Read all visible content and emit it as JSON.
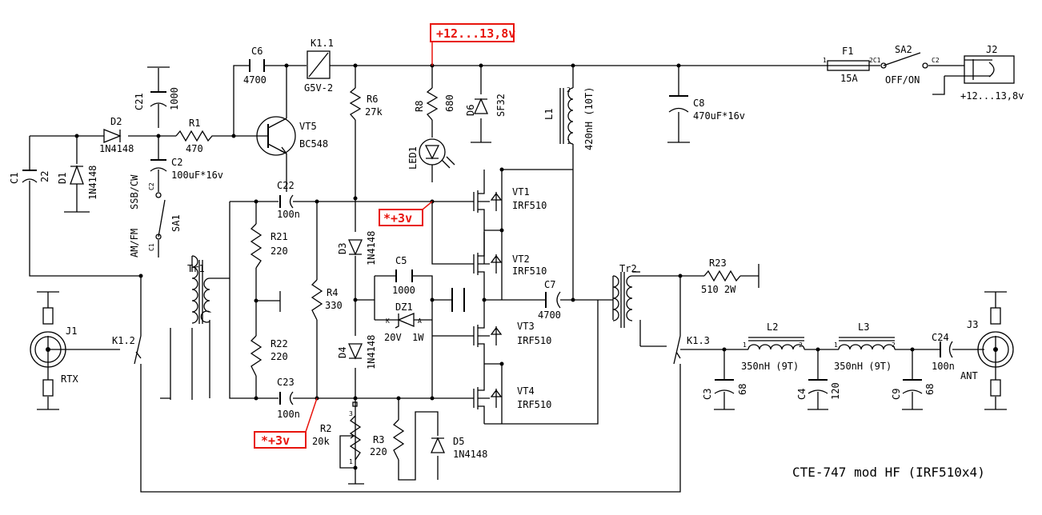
{
  "diagram": {
    "title": "CTE-747 mod HF (IRF510x4)",
    "supply_label": "+12...13,8v",
    "bias_labels": [
      "*+3v",
      "*+3v"
    ],
    "labels": {
      "C21": "C21",
      "C21v": "1000",
      "C6": "C6",
      "C6v": "4700",
      "K11": "K1.1",
      "K11v": "G5V-2",
      "R1": "R1",
      "R1v": "470",
      "D2": "D2",
      "D2v": "1N4148",
      "C1": "C1",
      "C1v": "22",
      "D1": "D1",
      "D1v": "1N4148",
      "C2": "C2",
      "C2v": "100uF*16v",
      "SA1t": "SSB/CW",
      "SA1b": "AM/FM",
      "SA1": "SA1",
      "VT5": "VT5",
      "VT5v": "BC548",
      "R6": "R6",
      "R6v": "27k",
      "R8": "R8",
      "R8v": "680",
      "LED1": "LED1",
      "D6": "D6",
      "D6v": "SF32",
      "L1": "L1",
      "L1v": "420nH (10T)",
      "C8": "C8",
      "C8v": "470uF*16v",
      "F1": "F1",
      "F1v": "15A",
      "SA2": "SA2",
      "SA2v": "OFF/ON",
      "J2": "J2",
      "J2v": "+12...13,8v",
      "C22": "C22",
      "C22v": "100n",
      "R21": "R21",
      "R21v": "220",
      "R22": "R22",
      "R22v": "220",
      "R4": "R4",
      "R4v": "330",
      "D3": "D3",
      "D3v": "1N4148",
      "D4": "D4",
      "D4v": "1N4148",
      "C5": "C5",
      "C5v": "1000",
      "DZ1": "DZ1",
      "DZ1v1": "20V",
      "DZ1v2": "1W",
      "C7": "C7",
      "C7v": "4700",
      "VT1": "VT1",
      "VT1v": "IRF510",
      "VT2": "VT2",
      "VT2v": "IRF510",
      "VT3": "VT3",
      "VT3v": "IRF510",
      "VT4": "VT4",
      "VT4v": "IRF510",
      "Tr1": "Tr1",
      "Tr2": "Tr2",
      "R23": "R23",
      "R23v": "510 2W",
      "J1": "J1",
      "RTX": "RTX",
      "K12": "K1.2",
      "K13": "K1.3",
      "C23": "C23",
      "C23v": "100n",
      "R2": "R2",
      "R2v": "20k",
      "R3": "R3",
      "R3v": "220",
      "D5": "D5",
      "D5v": "1N4148",
      "L2": "L2",
      "L2v": "350nH (9T)",
      "L3": "L3",
      "L3v": "350nH (9T)",
      "C24": "C24",
      "C24v": "100n",
      "J3": "J3",
      "ANT": "ANT",
      "C3": "C3",
      "C3v": "68",
      "C4": "C4",
      "C4v": "120",
      "C9": "C9",
      "C9v": "68"
    },
    "pins": {
      "one": "1",
      "two": "2",
      "three": "3",
      "k": "K",
      "a": "A",
      "c1": "C1",
      "c2": "C2",
      "c21": "2C1"
    }
  }
}
